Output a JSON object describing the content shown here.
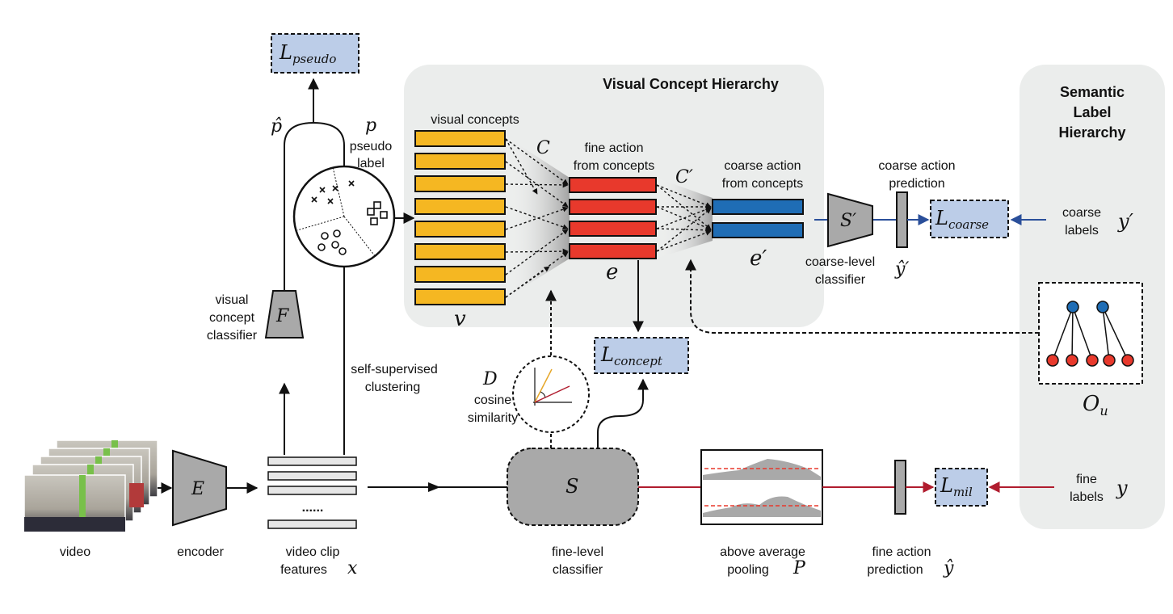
{
  "visual_hierarchy": {
    "title": "Visual Concept Hierarchy",
    "visual_concepts_label": "visual concepts",
    "fine_label_line1": "fine action",
    "fine_label_line2": "from concepts",
    "coarse_label_line1": "coarse action",
    "coarse_label_line2": "from concepts",
    "sym_C": "C",
    "sym_C_prime": "C′",
    "sym_v": "v",
    "sym_e": "e",
    "sym_e_prime": "e′"
  },
  "semantic_hierarchy": {
    "title_line1": "Semantic",
    "title_line2": "Label",
    "title_line3": "Hierarchy",
    "coarse_labels_line1": "coarse",
    "coarse_labels_line2": "labels",
    "sym_y_prime": "y′",
    "fine_labels_line1": "fine",
    "fine_labels_line2": "labels",
    "sym_y": "y",
    "sym_Ou": "O",
    "sym_Ou_sub": "u"
  },
  "losses": {
    "pseudo": {
      "main": "L",
      "sub": "pseudo"
    },
    "concept": {
      "main": "L",
      "sub": "concept"
    },
    "coarse": {
      "main": "L",
      "sub": "coarse"
    },
    "mil": {
      "main": "L",
      "sub": "mil"
    }
  },
  "labels": {
    "video": "video",
    "encoder": "encoder",
    "enc_sym": "E",
    "clip_line1": "video clip",
    "clip_line2": "features",
    "sym_x": "x",
    "dots": "......",
    "vcc_line1": "visual",
    "vcc_line2": "concept",
    "vcc_line3": "classifier",
    "F_sym": "F",
    "ssc_line1": "self-supervised",
    "ssc_line2": "clustering",
    "p_hat": "p̂",
    "p": "p",
    "pseudo_line1": "pseudo",
    "pseudo_line2": "label",
    "D_sym": "D",
    "cos_line1": "cosine",
    "cos_line2": "similarity",
    "S_sym": "S",
    "fine_cls_line1": "fine-level",
    "fine_cls_line2": "classifier",
    "pool_line1": "above average",
    "pool_line2": "pooling",
    "P_sym": "P",
    "fine_pred_line1": "fine action",
    "fine_pred_line2": "prediction",
    "y_hat": "ŷ",
    "coarse_pred_line1": "coarse action",
    "coarse_pred_line2": "prediction",
    "S_prime_sym": "S′",
    "coarse_cls_line1": "coarse-level",
    "coarse_cls_line2": "classifier",
    "y_prime_hat": "ŷ′"
  },
  "colors": {
    "concept_yellow": "#f5b722",
    "fine_red": "#e8392c",
    "coarse_blue": "#1f6db5",
    "loss_fill": "#bccde8",
    "panel_gray": "#ebedec",
    "arrow_red": "#b01c2e",
    "arrow_blue": "#2a4f9a"
  }
}
